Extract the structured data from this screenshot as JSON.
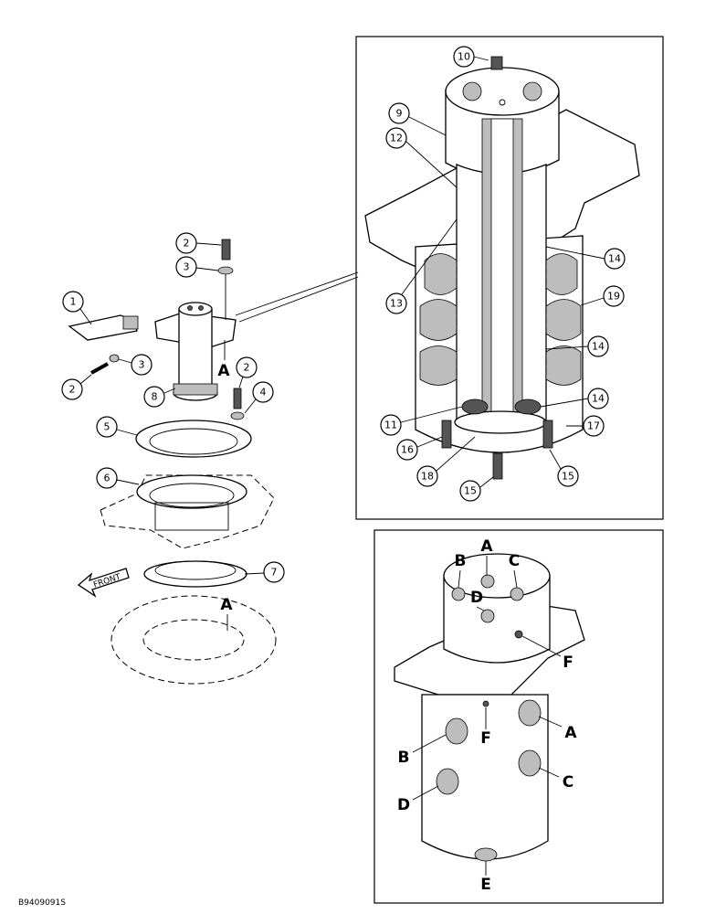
{
  "figure_code": "B9409091S",
  "front_label": "FRONT",
  "callouts": [
    "1",
    "2",
    "3",
    "2",
    "3",
    "8",
    "2",
    "4",
    "5",
    "6",
    "7",
    "10",
    "9",
    "12",
    "14",
    "13",
    "19",
    "14",
    "14",
    "11",
    "17",
    "16",
    "15",
    "18",
    "15"
  ],
  "view_a_label": "A",
  "ring_a_label": "A",
  "port_labels": {
    "top": [
      "B",
      "A",
      "C",
      "D",
      "F"
    ],
    "side": [
      "A",
      "B",
      "F",
      "C",
      "D",
      "E"
    ]
  }
}
